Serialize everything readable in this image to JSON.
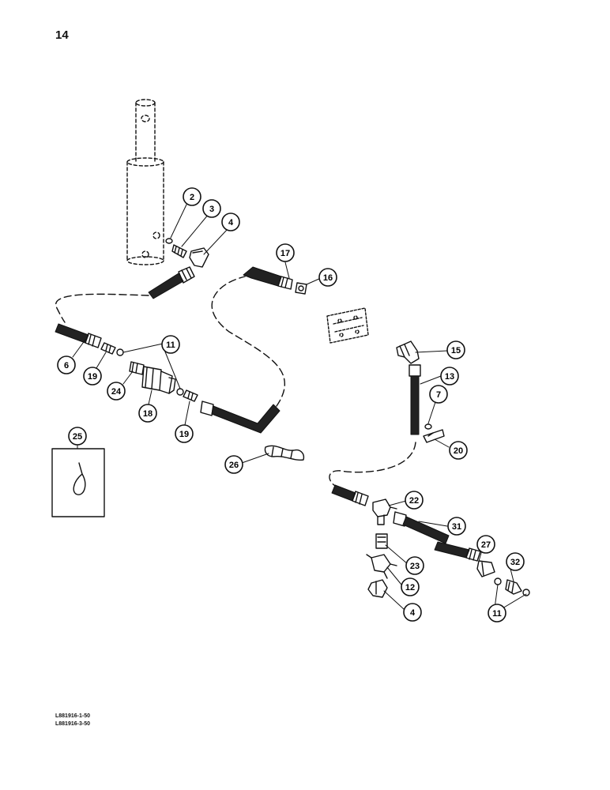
{
  "page_number": "14",
  "references": [
    "L881916-1-50",
    "L881916-3-50"
  ],
  "callouts": {
    "c2": "2",
    "c3": "3",
    "c4a": "4",
    "c17": "17",
    "c16": "16",
    "c6": "6",
    "c19a": "19",
    "c11a": "11",
    "c24": "24",
    "c18": "18",
    "c19b": "19",
    "c15": "15",
    "c13": "13",
    "c7": "7",
    "c20": "20",
    "c25": "25",
    "c26": "26",
    "c22": "22",
    "c31": "31",
    "c27": "27",
    "c32": "32",
    "c23": "23",
    "c12": "12",
    "c4b": "4",
    "c11b": "11"
  },
  "colors": {
    "ink": "#111111",
    "paper": "#ffffff"
  }
}
